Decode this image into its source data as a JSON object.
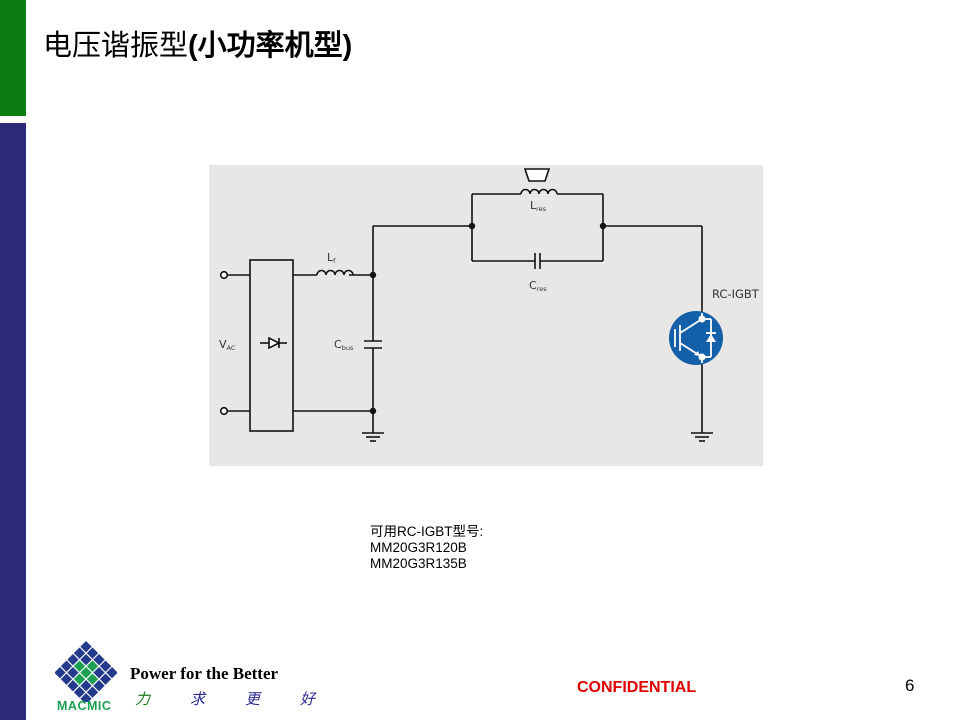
{
  "slide": {
    "title_part1": "电压谐振型",
    "title_part2": "(小功率机型)",
    "page_number": "6",
    "confidential": "CONFIDENTIAL",
    "colors": {
      "green_bar": "#0b7d12",
      "blue_bar": "#2a2a78",
      "diagram_bg": "#e9e6e6",
      "igbt_blue": "#1460a8",
      "confidential_red": "#e00000"
    }
  },
  "diagram": {
    "labels": {
      "vac_main": "V",
      "vac_sub": "AC",
      "lf_main": "L",
      "lf_sub": "f",
      "cbus_main": "C",
      "cbus_sub": "bus",
      "lres_main": "L",
      "lres_sub": "res",
      "cres_main": "C",
      "cres_sub": "res",
      "rcigbt": "RC-IGBT"
    },
    "components": [
      "ac-input-terminals",
      "bridge-rectifier",
      "filter-inductor-Lf",
      "bus-capacitor-Cbus",
      "resonant-inductor-Lres",
      "induction-coil",
      "resonant-capacitor-Cres",
      "rc-igbt",
      "ground"
    ]
  },
  "note": {
    "heading": "可用RC-IGBT型号:",
    "models": [
      "MM20G3R120B",
      "MM20G3R135B"
    ]
  },
  "footer": {
    "brand": "MACMIC",
    "slogan": "Power for the Better",
    "slogan_cn": [
      "力",
      "求",
      "更",
      "好"
    ]
  }
}
